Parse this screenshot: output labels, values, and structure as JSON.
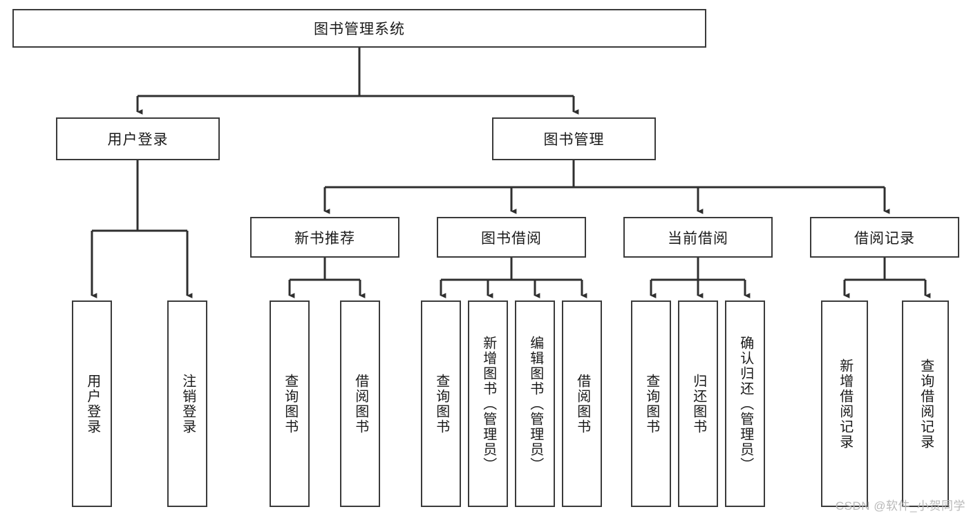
{
  "diagram": {
    "type": "hierarchy-tree",
    "title": "图书管理系统",
    "watermark": "CSDN @软件_小贺同学",
    "colors": {
      "border": "#3a3a3a",
      "background": "#ffffff",
      "text": "#1a1a1a",
      "watermark": "#b9b9b9"
    },
    "root": {
      "label": "图书管理系统"
    },
    "level2": [
      {
        "label": "用户登录"
      },
      {
        "label": "图书管理"
      }
    ],
    "level3": [
      {
        "label": "新书推荐"
      },
      {
        "label": "图书借阅"
      },
      {
        "label": "当前借阅"
      },
      {
        "label": "借阅记录"
      }
    ],
    "leaves": {
      "user_login": [
        {
          "label": "用户登录"
        },
        {
          "label": "注销登录"
        }
      ],
      "new_book": [
        {
          "label": "查询图书"
        },
        {
          "label": "借阅图书"
        }
      ],
      "book_borrow": [
        {
          "label": "查询图书"
        },
        {
          "label": "新增图书（管理员）"
        },
        {
          "label": "编辑图书（管理员）"
        },
        {
          "label": "借阅图书"
        }
      ],
      "current_borrow": [
        {
          "label": "查询图书"
        },
        {
          "label": "归还图书"
        },
        {
          "label": "确认归还（管理员）"
        }
      ],
      "borrow_record": [
        {
          "label": "新增借阅记录"
        },
        {
          "label": "查询借阅记录"
        }
      ]
    }
  }
}
